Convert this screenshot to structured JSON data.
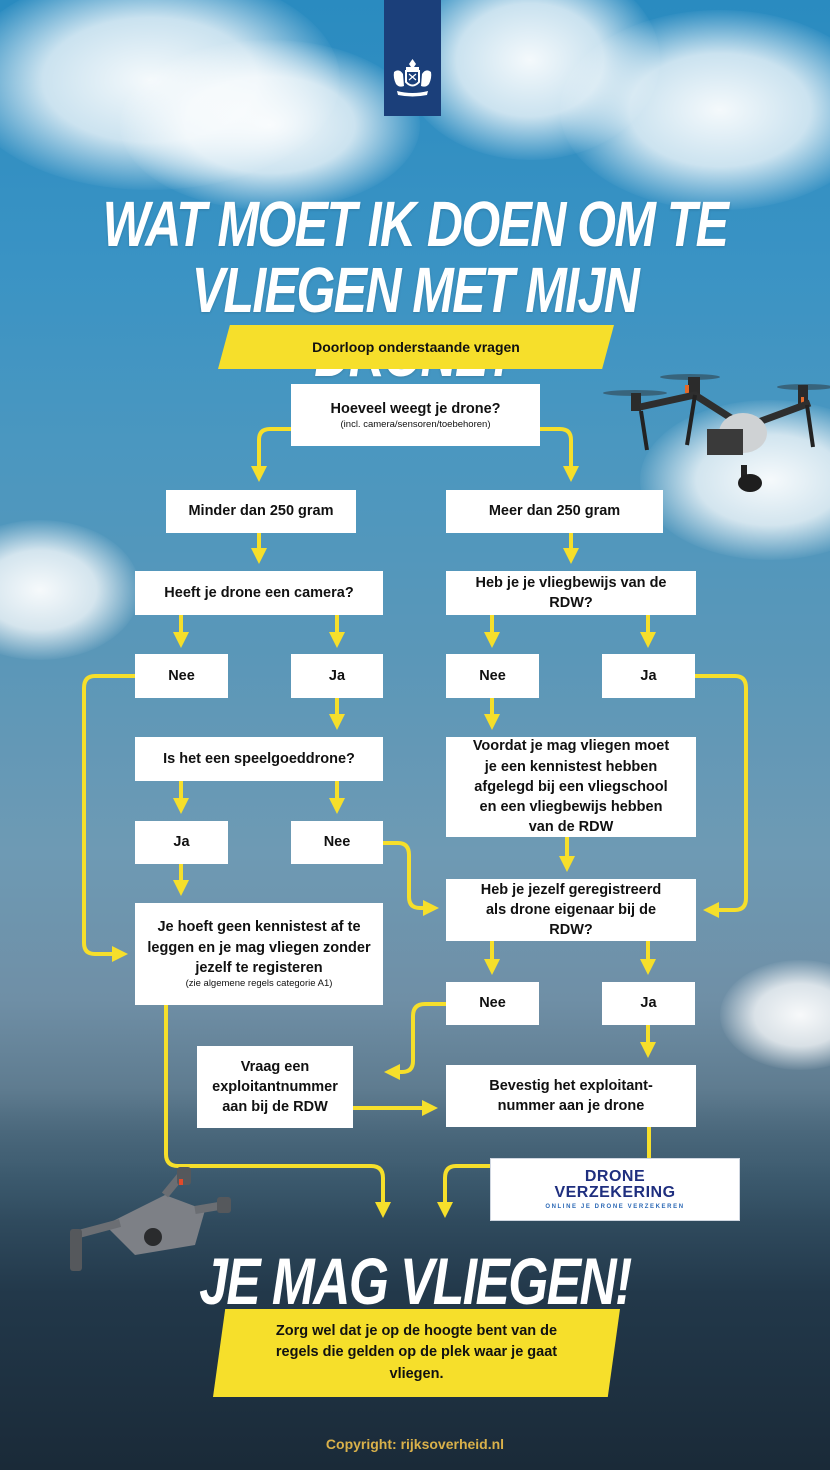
{
  "header": {
    "logo_icon": "dutch-coat-of-arms-icon",
    "title_line1": "WAT MOET IK DOEN OM TE",
    "title_line2": "VLIEGEN MET MIJN DRONE?",
    "intro_banner": "Doorloop onderstaande vragen"
  },
  "flowchart": {
    "q_weight": {
      "text": "Hoeveel weegt je drone?",
      "sub": "(incl. camera/sensoren/toebehoren)"
    },
    "less_250": "Minder dan 250 gram",
    "more_250": "Meer dan 250 gram",
    "q_camera": "Heeft je drone een camera?",
    "q_license": "Heb je je vliegbewijs van de RDW?",
    "camera_no": "Nee",
    "camera_yes": "Ja",
    "license_no": "Nee",
    "license_yes": "Ja",
    "q_toy": "Is het een speelgoeddrone?",
    "need_test": "Voordat je mag vliegen moet je een kennistest hebben afgelegd bij een vliegschool en een vliegbewijs hebben van de RDW",
    "toy_yes": "Ja",
    "toy_no": "Nee",
    "q_registered": "Heb je jezelf geregistreerd als drone eigenaar bij de RDW?",
    "no_test_needed": {
      "text": "Je hoeft geen kennistest af te leggen en je mag vliegen zonder jezelf te registeren",
      "sub": "(zie algemene regels categorie A1)"
    },
    "registered_no": "Nee",
    "registered_yes": "Ja",
    "request_number": "Vraag een exploitantnummer aan bij de RDW",
    "confirm_number": "Bevestig het exploitant-nummer aan je drone"
  },
  "sponsor": {
    "line1": "DRONE",
    "line2": "VERZEKERING",
    "tagline": "ONLINE JE DRONE VERZEKEREN"
  },
  "footer": {
    "outcome": "JE MAG VLIEGEN!",
    "note": "Zorg wel dat je op de hoogte bent van de regels die gelden op de plek waar je gaat vliegen.",
    "copyright": "Copyright: rijksoverheid.nl"
  },
  "colors": {
    "accent_yellow": "#f6df2b",
    "logo_blue": "#1b3f7a",
    "sponsor_navy": "#1f2f7f",
    "copyright_gold": "#d9b14a"
  }
}
